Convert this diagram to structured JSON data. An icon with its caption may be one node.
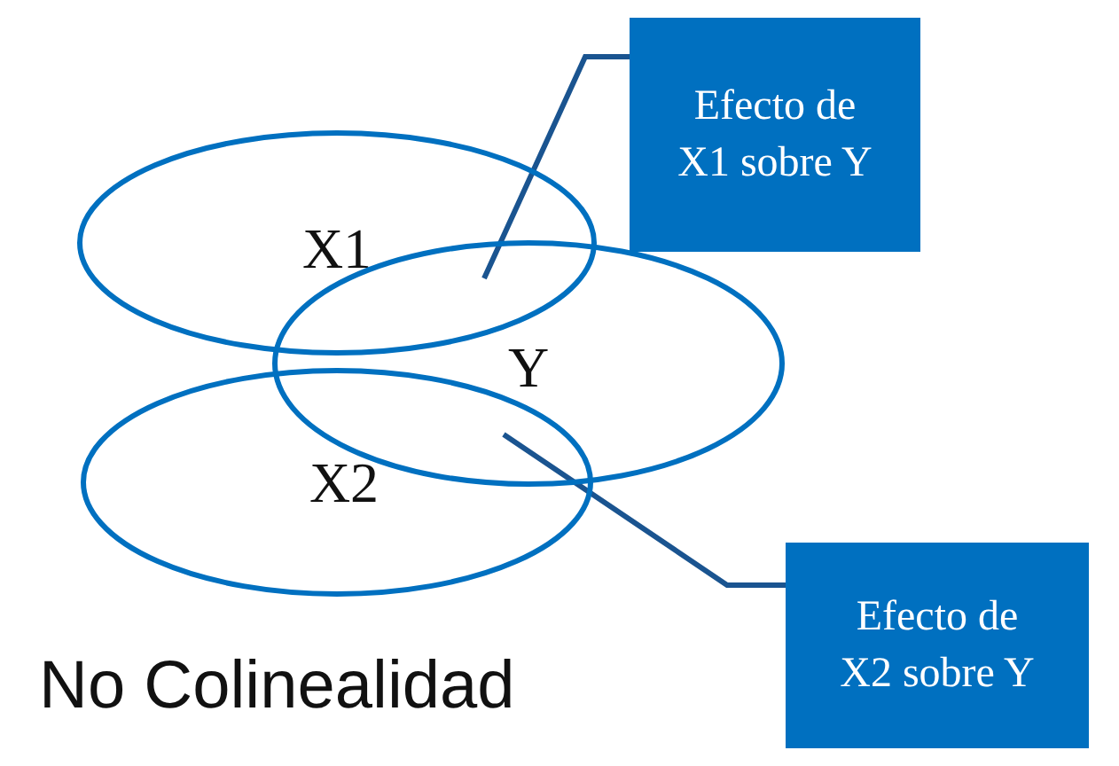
{
  "diagram": {
    "caption": "No Colinealidad",
    "nodes": [
      {
        "text": [
          "X1"
        ]
      },
      {
        "text": [
          "Y"
        ]
      },
      {
        "text": [
          "X2"
        ]
      },
      {
        "text": [
          "Efecto de X1 sobre Y"
        ]
      },
      {
        "text": [
          "Efecto de X2 sobre Y"
        ]
      }
    ],
    "edges": [
      {
        "from": 3,
        "to": 0,
        "arrow": "none"
      },
      {
        "from": 4,
        "to": 2,
        "arrow": "none"
      }
    ]
  }
}
